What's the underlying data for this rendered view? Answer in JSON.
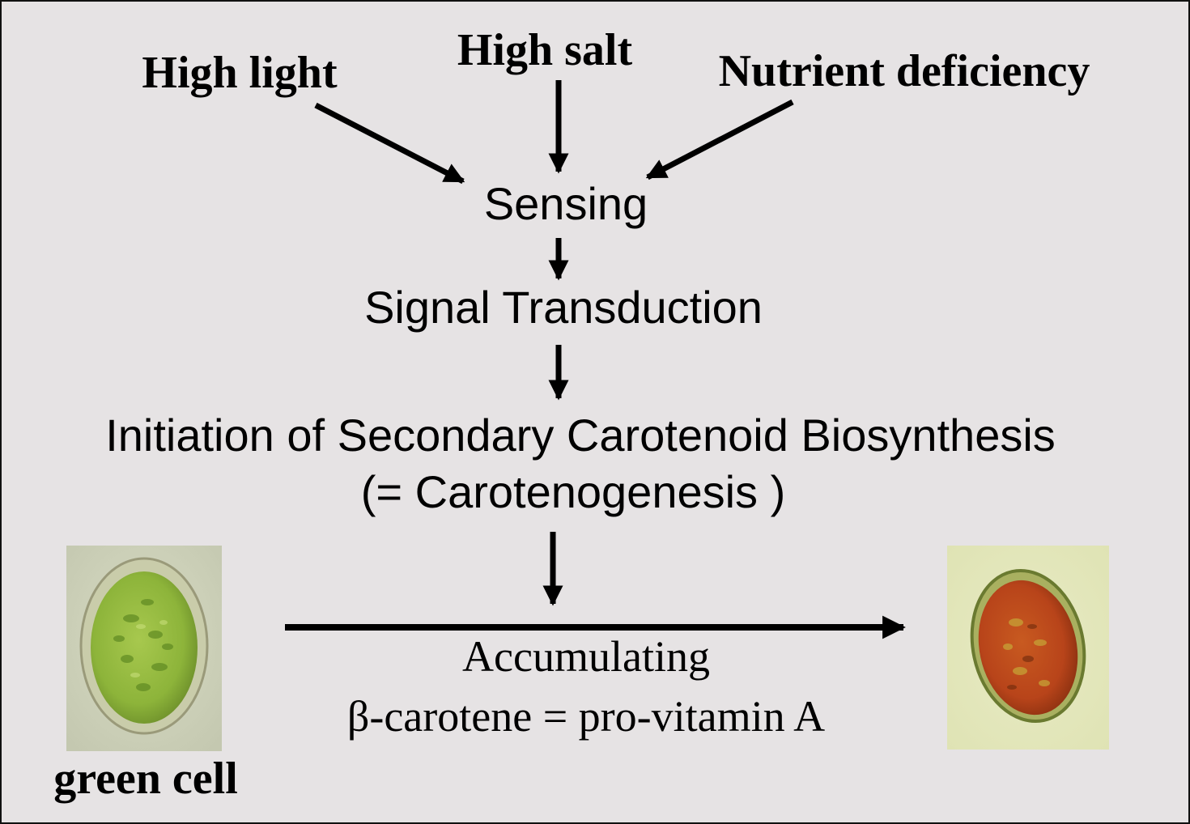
{
  "stressors": {
    "high_light": "High light",
    "high_salt": "High salt",
    "nutrient": "Nutrient deficiency"
  },
  "steps": {
    "sensing": "Sensing",
    "signal": "Signal Transduction",
    "initiation": "Initiation of Secondary Carotenoid Biosynthesis",
    "carotenogenesis": "(= Carotenogenesis )"
  },
  "accumulation": {
    "line1": "Accumulating",
    "line2": "β-carotene = pro-vitamin A"
  },
  "cells": {
    "green_label": "green cell",
    "green_color": "#8db43a",
    "red_color": "#b8441a"
  }
}
